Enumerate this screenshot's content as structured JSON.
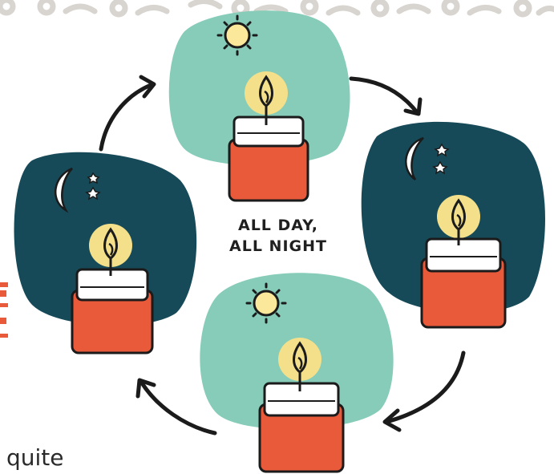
{
  "caption": {
    "line1": "ALL DAY,",
    "line2": "ALL NIGHT"
  },
  "footer_text": "quite",
  "colors": {
    "day_blob": "#86ccb8",
    "night_blob": "#174a58",
    "candle_red": "#e85a3a",
    "wax": "#ffffff",
    "flame_halo": "#f4e08a",
    "sun": "#fbe89a",
    "outline": "#1b1b1b",
    "border_pattern": "#d8d4cf"
  },
  "icons": [
    "sun-icon",
    "moon-icon",
    "star-icon",
    "flame-icon",
    "arrow-icon"
  ]
}
